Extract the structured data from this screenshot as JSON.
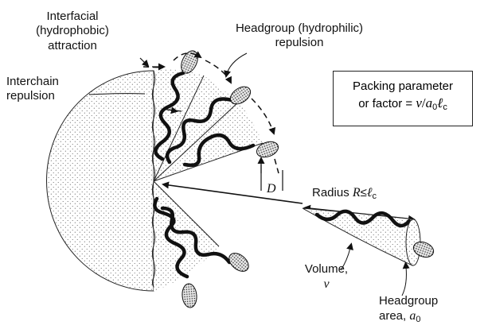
{
  "labels": {
    "interfacial": [
      "Interfacial",
      "(hydrophobic)",
      "attraction"
    ],
    "headgroup_repulsion": [
      "Headgroup (hydrophilic)",
      "repulsion"
    ],
    "interchain": [
      "Interchain",
      "repulsion"
    ],
    "packing": {
      "line1": "Packing parameter",
      "line2_prefix": "or factor = ",
      "v": "v",
      "slash": "/",
      "a": "a",
      "a_sub": "0",
      "l": "ℓ",
      "l_sub": "c"
    },
    "D": "D",
    "radius": {
      "prefix": "Radius ",
      "R": "R",
      "rel": "≤",
      "l": "ℓ",
      "l_sub": "c"
    },
    "volume": [
      "Volume,",
      "v"
    ],
    "headgroup_area": {
      "line1": "Headgroup",
      "line2": "area, ",
      "a": "a",
      "a_sub": "0"
    }
  },
  "colors": {
    "ink": "#111111",
    "stipple": "#555555",
    "background": "#ffffff"
  },
  "icons": [
    "stipple-pattern",
    "dotted-headgroup-ellipse",
    "double-arrow"
  ]
}
